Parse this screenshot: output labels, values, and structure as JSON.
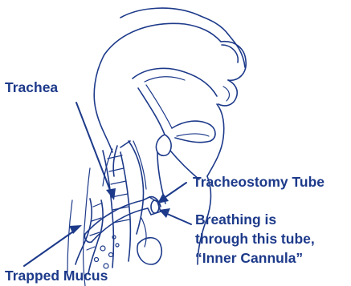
{
  "labels": {
    "trachea": "Trachea",
    "tracheostomy_tube": "Tracheostomy Tube",
    "breathing_line1": "Breathing is",
    "breathing_line2": "through this tube,",
    "breathing_line3": "“Inner Cannula”",
    "trapped_mucus": "Trapped Mucus"
  },
  "colors": {
    "ink": "#1d3a8a",
    "background": "#ffffff"
  }
}
